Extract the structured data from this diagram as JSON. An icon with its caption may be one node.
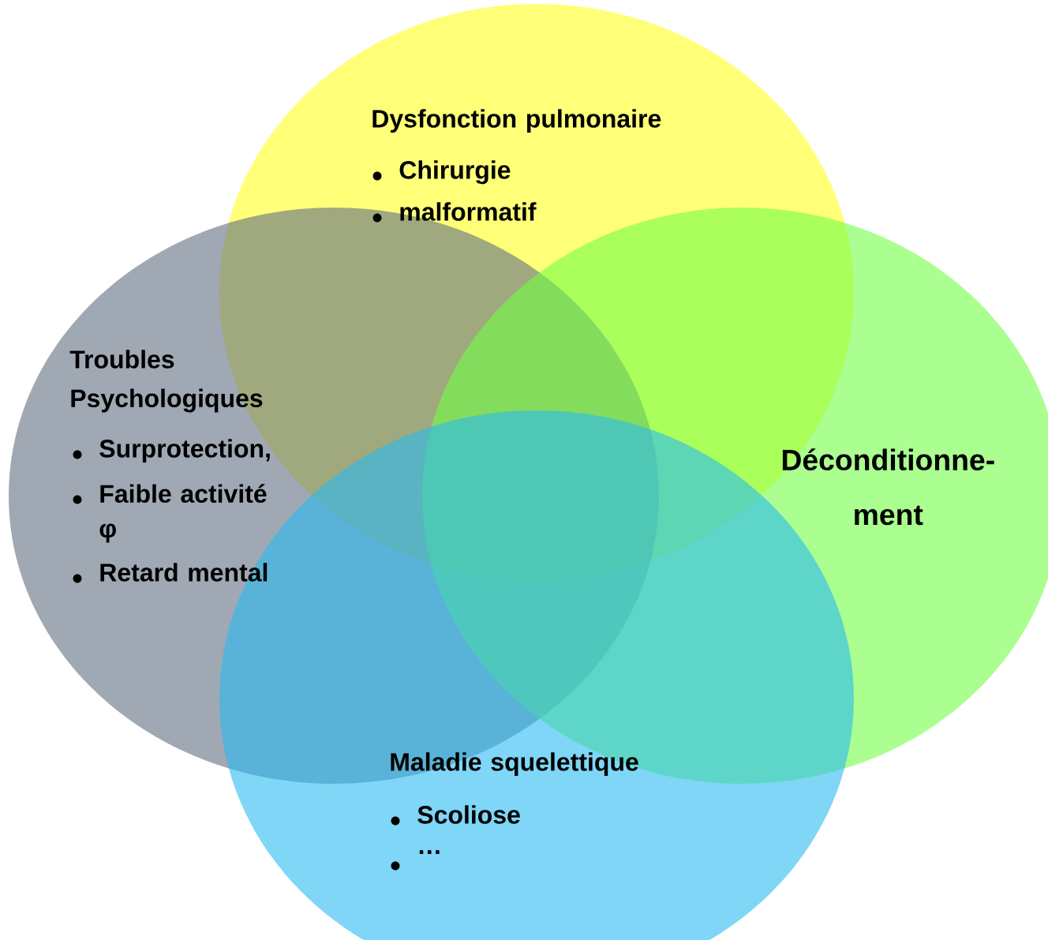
{
  "diagram": {
    "nodes": [
      {
        "text": [
          "Dysfonction pulmonaire",
          "Chirurgie",
          "malformatif"
        ]
      },
      {
        "text": [
          "Troubles Psychologiques",
          "Surprotection,",
          "Faible activité φ",
          "Retard mental"
        ]
      },
      {
        "text": [
          "Déconditionne- ment"
        ]
      },
      {
        "text": [
          "Maladie squelettique",
          "Scoliose",
          "…"
        ]
      }
    ]
  }
}
